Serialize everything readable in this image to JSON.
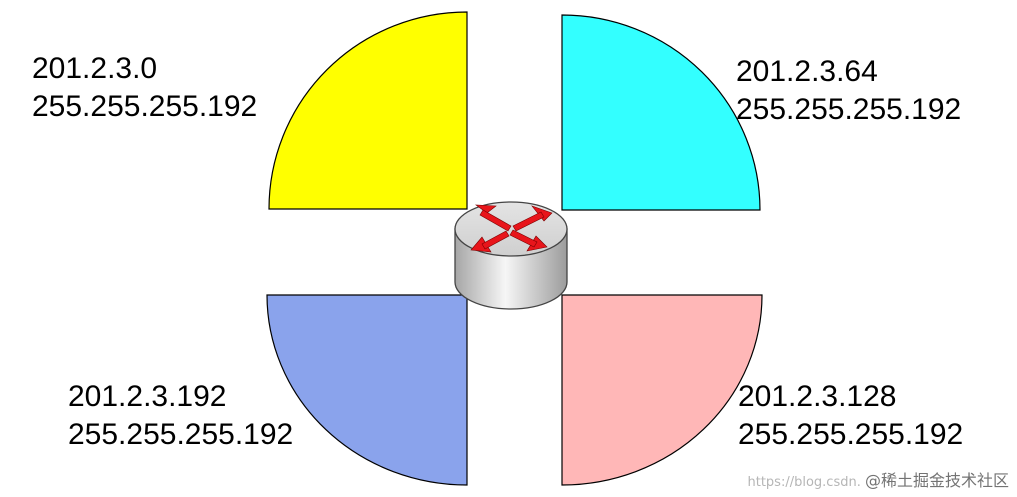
{
  "colors": {
    "top_left": "#ffff00",
    "top_right": "#33ffff",
    "bottom_left": "#8aa3ec",
    "bottom_right": "#ffb7b7",
    "arrow": "#e8151b"
  },
  "subnets": {
    "top_left": {
      "network": "201.2.3.0",
      "mask": "255.255.255.192"
    },
    "top_right": {
      "network": "201.2.3.64",
      "mask": "255.255.255.192"
    },
    "bottom_left": {
      "network": "201.2.3.192",
      "mask": "255.255.255.192"
    },
    "bottom_right": {
      "network": "201.2.3.128",
      "mask": "255.255.255.192"
    }
  },
  "router": {
    "icon": "router-icon"
  },
  "watermark": {
    "url": "https://blog.csdn.",
    "brand": "@稀土掘金技术社区"
  }
}
